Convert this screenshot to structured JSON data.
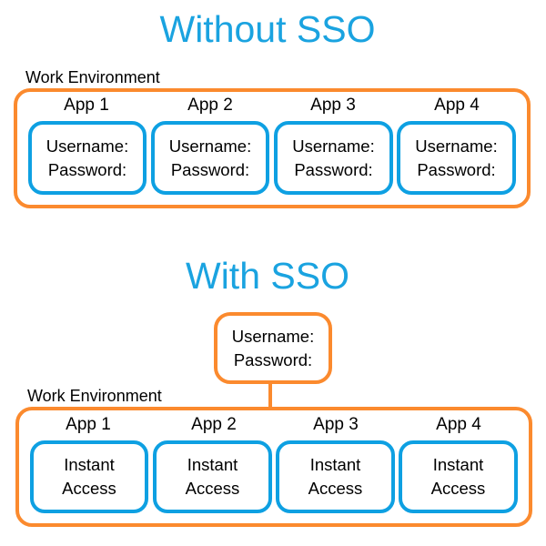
{
  "sections": {
    "without_sso": {
      "title": "Without SSO",
      "environment_label": "Work Environment",
      "apps": [
        {
          "label": "App 1",
          "line1": "Username:",
          "line2": "Password:"
        },
        {
          "label": "App 2",
          "line1": "Username:",
          "line2": "Password:"
        },
        {
          "label": "App 3",
          "line1": "Username:",
          "line2": "Password:"
        },
        {
          "label": "App 4",
          "line1": "Username:",
          "line2": "Password:"
        }
      ]
    },
    "with_sso": {
      "title": "With SSO",
      "sso_login": {
        "line1": "Username:",
        "line2": "Password:"
      },
      "environment_label": "Work Environment",
      "apps": [
        {
          "label": "App 1",
          "line1": "Instant",
          "line2": "Access"
        },
        {
          "label": "App 2",
          "line1": "Instant",
          "line2": "Access"
        },
        {
          "label": "App 3",
          "line1": "Instant",
          "line2": "Access"
        },
        {
          "label": "App 4",
          "line1": "Instant",
          "line2": "Access"
        }
      ]
    }
  },
  "colors": {
    "title": "#1aa3e0",
    "environment_border": "#fb8a2e",
    "app_border": "#0ea0e2"
  }
}
